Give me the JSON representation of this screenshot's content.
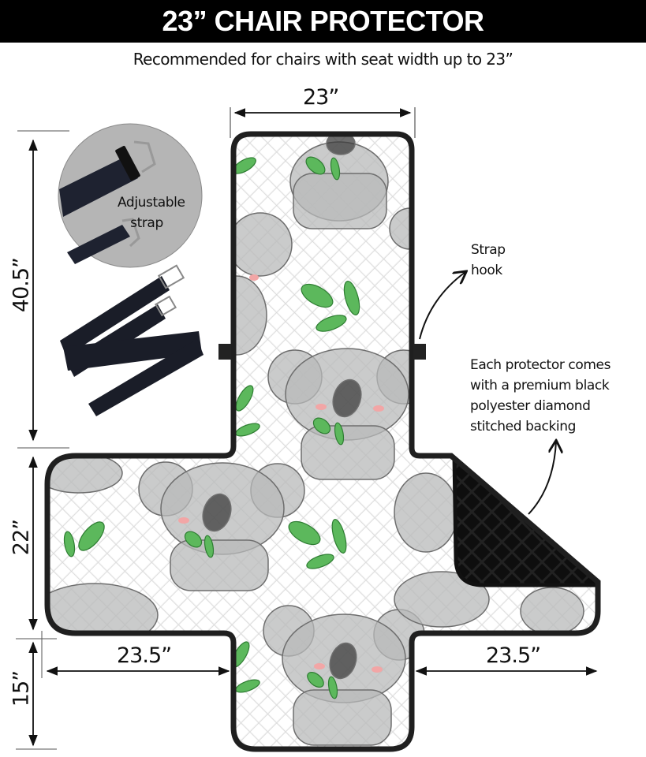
{
  "header": {
    "title": "23” CHAIR PROTECTOR",
    "subtitle": "Recommended for chairs with seat width up to 23”"
  },
  "dimensions": {
    "top_width": "23”",
    "back_height": "40.5”",
    "seat_depth": "22”",
    "front_flap": "15”",
    "left_arm": "23.5”",
    "right_arm": "23.5”"
  },
  "callouts": {
    "strap_label_line1": "Adjustable",
    "strap_label_line2": "strap",
    "hook_line1": "Strap",
    "hook_line2": "hook",
    "backing_lines": [
      "Each protector comes",
      "with a premium black",
      "polyester diamond",
      "stitched backing"
    ]
  },
  "colors": {
    "title_bg": "#000000",
    "outline": "#1f1f1f",
    "fabric": "#eeeeee",
    "koala": "#a9abab",
    "leaf": "#4caf50",
    "backing": "#141414",
    "strap_circle": "#b5b5b5"
  },
  "icons": [
    "koala-pattern",
    "leaf-icon",
    "strap-image",
    "arrow-icon"
  ]
}
